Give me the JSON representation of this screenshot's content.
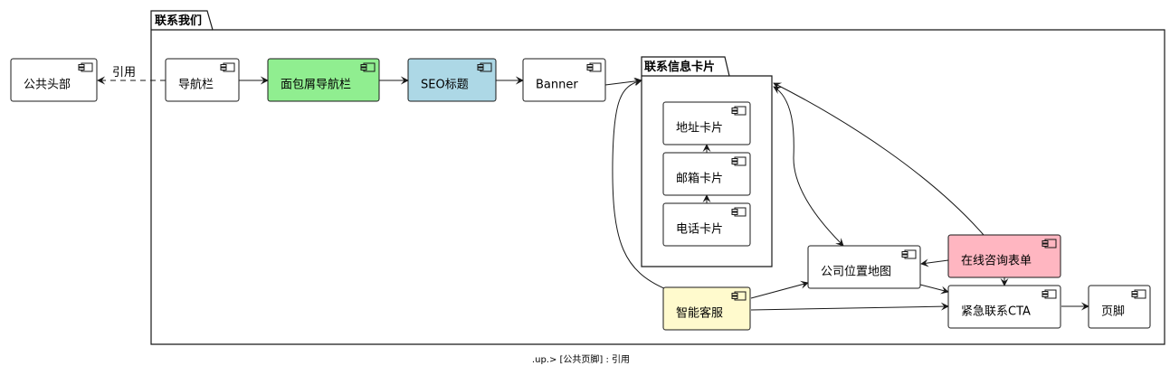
{
  "package": {
    "title": "联系我们"
  },
  "nested_package": {
    "title": "联系信息卡片"
  },
  "nodes": {
    "common_header": {
      "label": "公共头部",
      "fill": "#ffffff"
    },
    "navbar": {
      "label": "导航栏",
      "fill": "#ffffff"
    },
    "breadcrumb": {
      "label": "面包屑导航栏",
      "fill": "#90ee90"
    },
    "seo_title": {
      "label": "SEO标题",
      "fill": "#add8e6"
    },
    "banner": {
      "label": "Banner",
      "fill": "#ffffff"
    },
    "address_card": {
      "label": "地址卡片",
      "fill": "#ffffff"
    },
    "email_card": {
      "label": "邮箱卡片",
      "fill": "#ffffff"
    },
    "phone_card": {
      "label": "电话卡片",
      "fill": "#ffffff"
    },
    "company_map": {
      "label": "公司位置地图",
      "fill": "#ffffff"
    },
    "online_form": {
      "label": "在线咨询表单",
      "fill": "#ffb6c1"
    },
    "smart_service": {
      "label": "智能客服",
      "fill": "#fffacd"
    },
    "urgent_cta": {
      "label": "紧急联系CTA",
      "fill": "#ffffff"
    },
    "footer": {
      "label": "页脚",
      "fill": "#ffffff"
    }
  },
  "edge_labels": {
    "ref": "引用"
  },
  "footer_note": ".up.> [公共页脚] : 引用",
  "colors": {
    "stroke": "#181818",
    "default_fill": "#ffffff"
  }
}
